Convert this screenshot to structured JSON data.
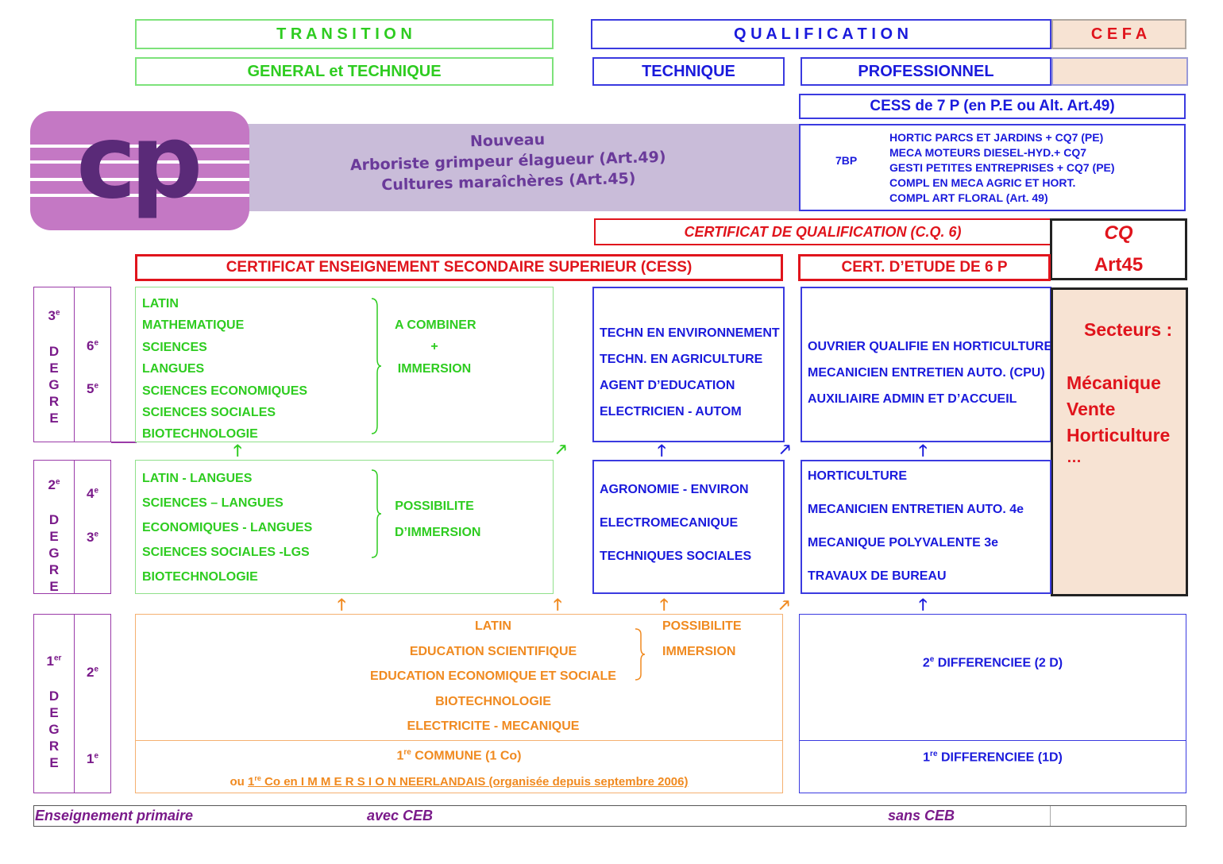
{
  "headers": {
    "transition": "T R A N S I T I O N",
    "general_technique": "GENERAL   et   TECHNIQUE",
    "qualification": "Q U A L I F I C A T I O N",
    "cefa": "C E F A",
    "technique": "TECHNIQUE",
    "professionnel": "PROFESSIONNEL",
    "cess7p": "CESS de 7 P (en P.E ou Alt. Art.49)"
  },
  "banner": {
    "line1": "Nouveau",
    "line2": "Arboriste grimpeur élagueur (Art.49)",
    "line3": "Cultures maraîchères (Art.45)"
  },
  "seven_p": {
    "label": "7BP",
    "items": [
      "HORTIC PARCS ET JARDINS + CQ7 (PE)",
      "MECA MOTEURS DIESEL-HYD.+ CQ7",
      "GESTI PETITES ENTREPRISES + CQ7 (PE)",
      "COMPL EN MECA AGRIC ET HORT.",
      "COMPL ART FLORAL (Art. 49)"
    ]
  },
  "certificates": {
    "cq6": "CERTIFICAT DE QUALIFICATION (C.Q. 6)",
    "cq": "CQ",
    "art45": "Art45",
    "cess": "CERTIFICAT  ENSEIGNEMENT  SECONDAIRE  SUPERIEUR  (CESS)",
    "cert6p": "CERT. D’ETUDE DE 6 P"
  },
  "degrees": {
    "d3": {
      "ord": "3",
      "sup": "e",
      "letters": [
        "D",
        "E",
        "G",
        "R",
        "E"
      ],
      "years": [
        {
          "n": "6",
          "s": "e"
        },
        {
          "n": "5",
          "s": "e"
        }
      ]
    },
    "d2": {
      "ord": "2",
      "sup": "e",
      "letters": [
        "D",
        "E",
        "G",
        "R",
        "E"
      ],
      "years": [
        {
          "n": "4",
          "s": "e"
        },
        {
          "n": "3",
          "s": "e"
        }
      ]
    },
    "d1": {
      "ord": "1",
      "sup": "er",
      "letters": [
        "D",
        "E",
        "G",
        "R",
        "E"
      ],
      "years": [
        {
          "n": "2",
          "s": "e"
        },
        {
          "n": "1",
          "s": "e"
        }
      ]
    }
  },
  "degree3": {
    "general": [
      "LATIN",
      "MATHEMATIQUE",
      "SCIENCES",
      "LANGUES",
      "SCIENCES ECONOMIQUES",
      "SCIENCES SOCIALES",
      "BIOTECHNOLOGIE"
    ],
    "combine": [
      "A COMBINER",
      "+",
      "IMMERSION"
    ],
    "technique": [
      "TECHN EN ENVIRONNEMENT",
      "TECHN. EN AGRICULTURE",
      "AGENT D’EDUCATION",
      "ELECTRICIEN - AUTOM"
    ],
    "professionnel": [
      "OUVRIER QUALIFIE EN HORTICULTURE",
      "MECANICIEN ENTRETIEN AUTO. (CPU)",
      "AUXILIAIRE ADMIN ET D’ACCUEIL"
    ]
  },
  "cefa_box": {
    "title": "Secteurs :",
    "items": [
      "Mécanique",
      "Vente",
      "Horticulture",
      "…"
    ]
  },
  "degree2": {
    "general": [
      "LATIN - LANGUES",
      "SCIENCES – LANGUES",
      "ECONOMIQUES - LANGUES",
      "SCIENCES SOCIALES -LGS",
      "BIOTECHNOLOGIE"
    ],
    "possibility": [
      "POSSIBILITE",
      "D’IMMERSION"
    ],
    "technique": [
      "AGRONOMIE - ENVIRON",
      "ELECTROMECANIQUE",
      "TECHNIQUES SOCIALES"
    ],
    "professionnel": [
      "HORTICULTURE",
      "MECANICIEN ENTRETIEN AUTO.  4e",
      "MECANIQUE POLYVALENTE 3e",
      "TRAVAUX DE BUREAU"
    ]
  },
  "degree1": {
    "options": [
      "LATIN",
      "EDUCATION SCIENTIFIQUE",
      "EDUCATION ECONOMIQUE ET SOCIALE",
      "BIOTECHNOLOGIE",
      "ELECTRICITE - MECANIQUE"
    ],
    "possibility": [
      "POSSIBILITE",
      "IMMERSION"
    ],
    "commune_pre": "1",
    "commune_sup": "re",
    "commune_post": " COMMUNE (1 Co)",
    "immersion_pre": "ou ",
    "immersion_u1": "1",
    "immersion_u1sup": "re",
    "immersion_u2": " Co en   I M M E R S I O N  NEERLANDAIS  (organisée depuis septembre 2006)",
    "diff2_n": "2",
    "diff2_sup": "e",
    "diff2_text": " DIFFERENCIEE (2 D)",
    "diff1_n": "1",
    "diff1_sup": "re",
    "diff1_text": " DIFFERENCIEE (1D)"
  },
  "footer": {
    "primaire": "Enseignement primaire",
    "avec": "avec CEB",
    "sans": "sans CEB"
  },
  "colors": {
    "general": "#2ecc20",
    "technique": "#1a1adc",
    "first_degree": "#f08a20",
    "certificate": "#e0141c",
    "degree_label": "#7a1a8a",
    "cefa_bg": "#f7e3d3",
    "banner_bg": "#c9bcd9",
    "logo_bg": "#c478c4",
    "logo_fg": "#5a2a78"
  },
  "logo": {
    "text": "cp"
  }
}
